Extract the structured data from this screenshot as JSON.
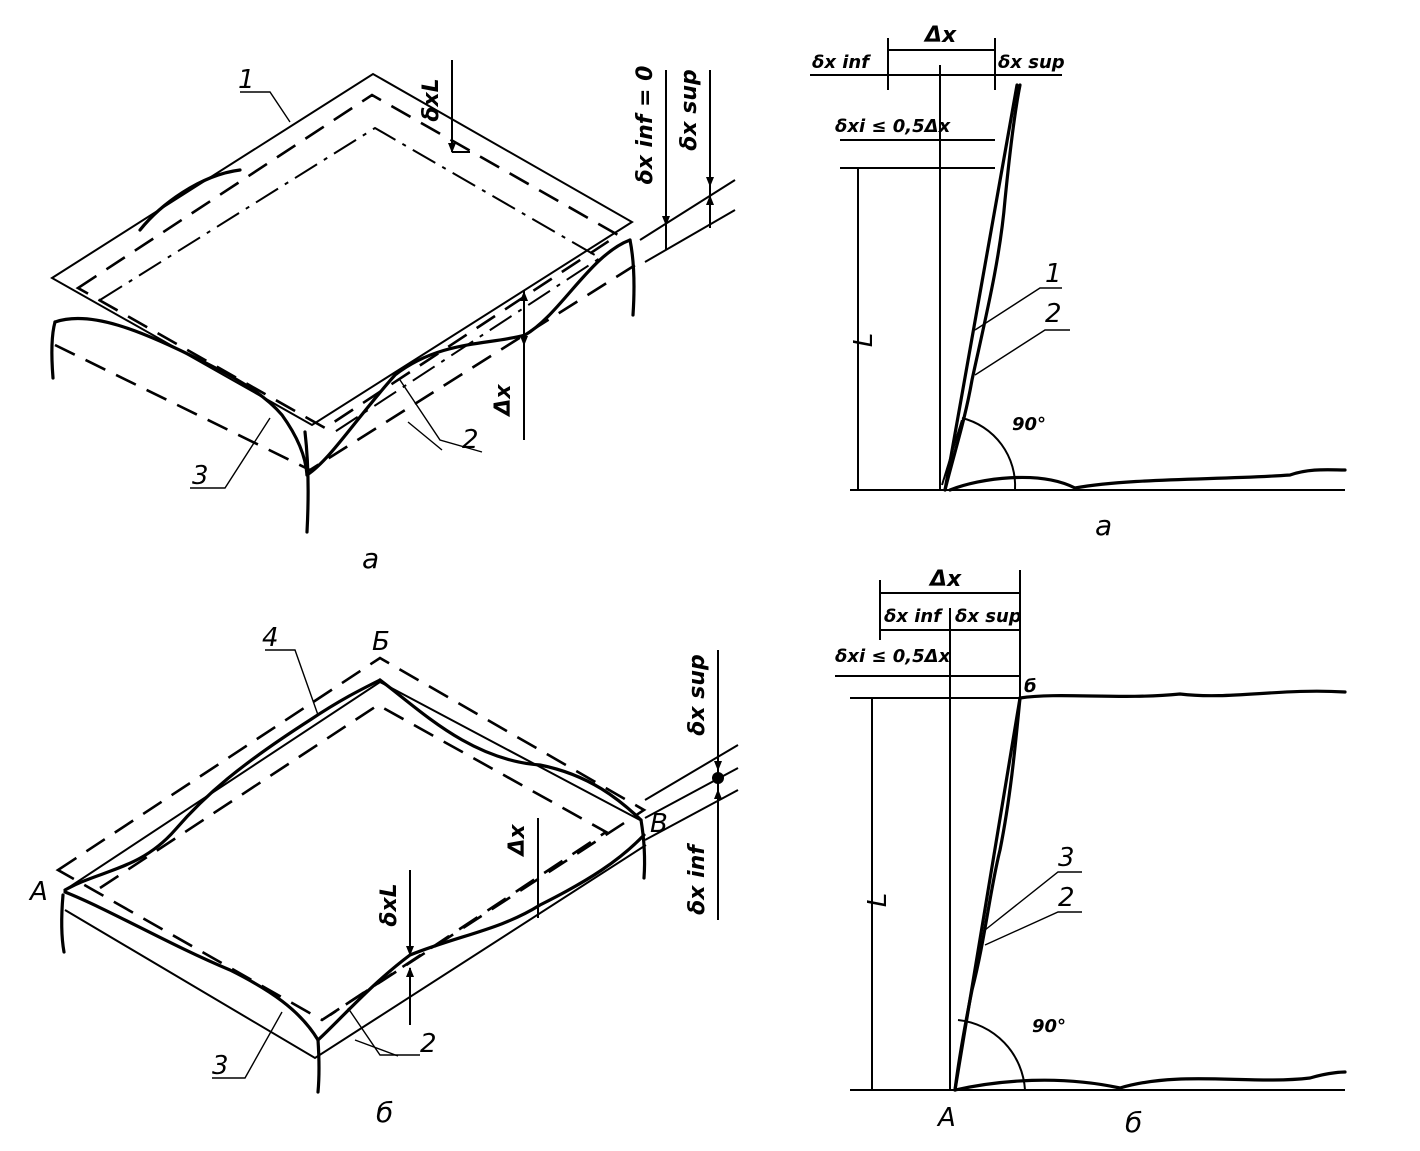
{
  "labels": {
    "n1": "1",
    "n2": "2",
    "n3": "3",
    "n4": "4",
    "A": "A",
    "B_cyr": "Б",
    "V": "В",
    "L": "L",
    "angle": "90°",
    "delta_x": "Δx",
    "delta_x_L": "δxL",
    "delta_x_inf_zero": "δx inf = 0",
    "delta_x_inf": "δx inf",
    "delta_x_sup": "δx sup",
    "delta_x_i_cond": "δxi ≤ 0,5Δx",
    "small_b": "б"
  },
  "captions": {
    "top_left": "a",
    "top_right": "a",
    "bottom_left": "б",
    "bottom_right": "б"
  }
}
